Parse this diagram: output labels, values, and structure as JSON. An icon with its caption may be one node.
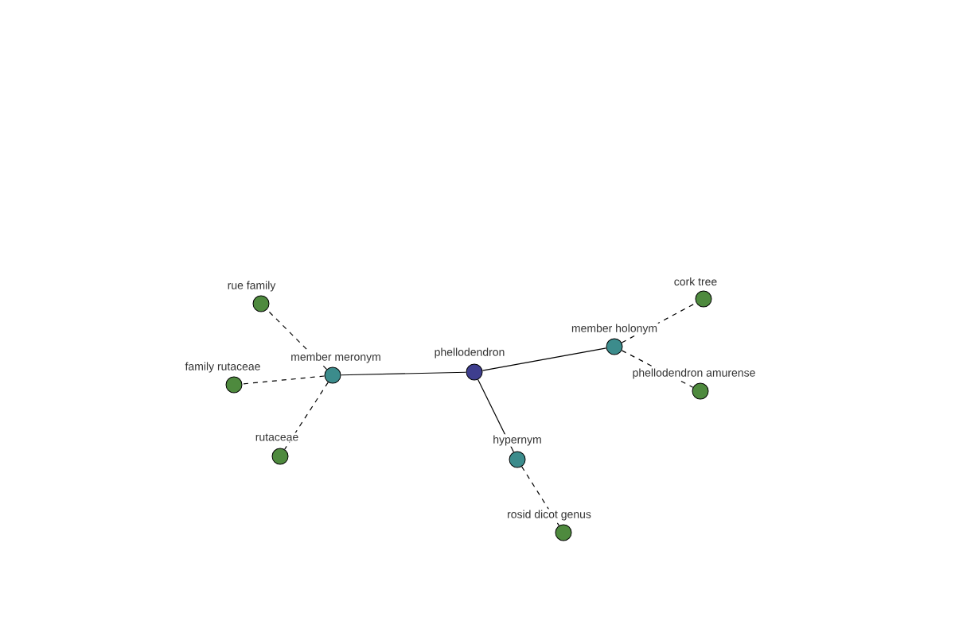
{
  "diagram": {
    "nodes": [
      {
        "text": [
          "phellodendron"
        ]
      },
      {
        "text": [
          "member meronym"
        ]
      },
      {
        "text": [
          "member holonym"
        ]
      },
      {
        "text": [
          "hypernym"
        ]
      },
      {
        "text": [
          "rue family"
        ]
      },
      {
        "text": [
          "family rutaceae"
        ]
      },
      {
        "text": [
          "rutaceae"
        ]
      },
      {
        "text": [
          "cork tree"
        ]
      },
      {
        "text": [
          "phellodendron amurense"
        ]
      },
      {
        "text": [
          "rosid dicot genus"
        ]
      }
    ],
    "edges": [
      {
        "from": 0,
        "to": 1,
        "arrow": "none"
      },
      {
        "from": 0,
        "to": 2,
        "arrow": "none"
      },
      {
        "from": 0,
        "to": 3,
        "arrow": "none"
      },
      {
        "from": 1,
        "to": 4,
        "arrow": "none",
        "style": "dashed"
      },
      {
        "from": 1,
        "to": 5,
        "arrow": "none",
        "style": "dashed"
      },
      {
        "from": 1,
        "to": 6,
        "arrow": "none",
        "style": "dashed"
      },
      {
        "from": 2,
        "to": 7,
        "arrow": "none",
        "style": "dashed"
      },
      {
        "from": 2,
        "to": 8,
        "arrow": "none",
        "style": "dashed"
      },
      {
        "from": 3,
        "to": 9,
        "arrow": "none",
        "style": "dashed"
      }
    ]
  }
}
